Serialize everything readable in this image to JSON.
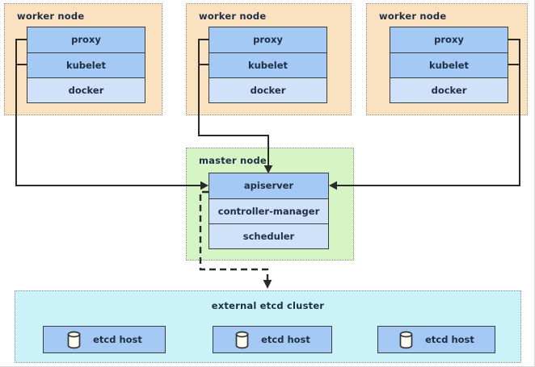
{
  "diagram": {
    "workers": [
      {
        "label": "worker node",
        "components": [
          "proxy",
          "kubelet",
          "docker"
        ]
      },
      {
        "label": "worker node",
        "components": [
          "proxy",
          "kubelet",
          "docker"
        ]
      },
      {
        "label": "worker node",
        "components": [
          "proxy",
          "kubelet",
          "docker"
        ]
      }
    ],
    "master": {
      "label": "master node",
      "components": [
        "apiserver",
        "controller-manager",
        "scheduler"
      ]
    },
    "etcd": {
      "title": "external etcd cluster",
      "hosts": [
        {
          "label": "etcd host"
        },
        {
          "label": "etcd host"
        },
        {
          "label": "etcd host"
        }
      ]
    },
    "colors": {
      "worker_bg": "#fae1c0",
      "master_bg": "#d5f5c4",
      "etcd_bg": "#c9f3f9",
      "component_primary": "#a3c9f4",
      "component_secondary": "#cfe2fa",
      "host_bg": "#a3c9f4",
      "box_border": "#3d3d3d",
      "dashed_border": "#8f8f8f",
      "arrow": "#2a2a2a",
      "text": "#1e2f44"
    }
  }
}
